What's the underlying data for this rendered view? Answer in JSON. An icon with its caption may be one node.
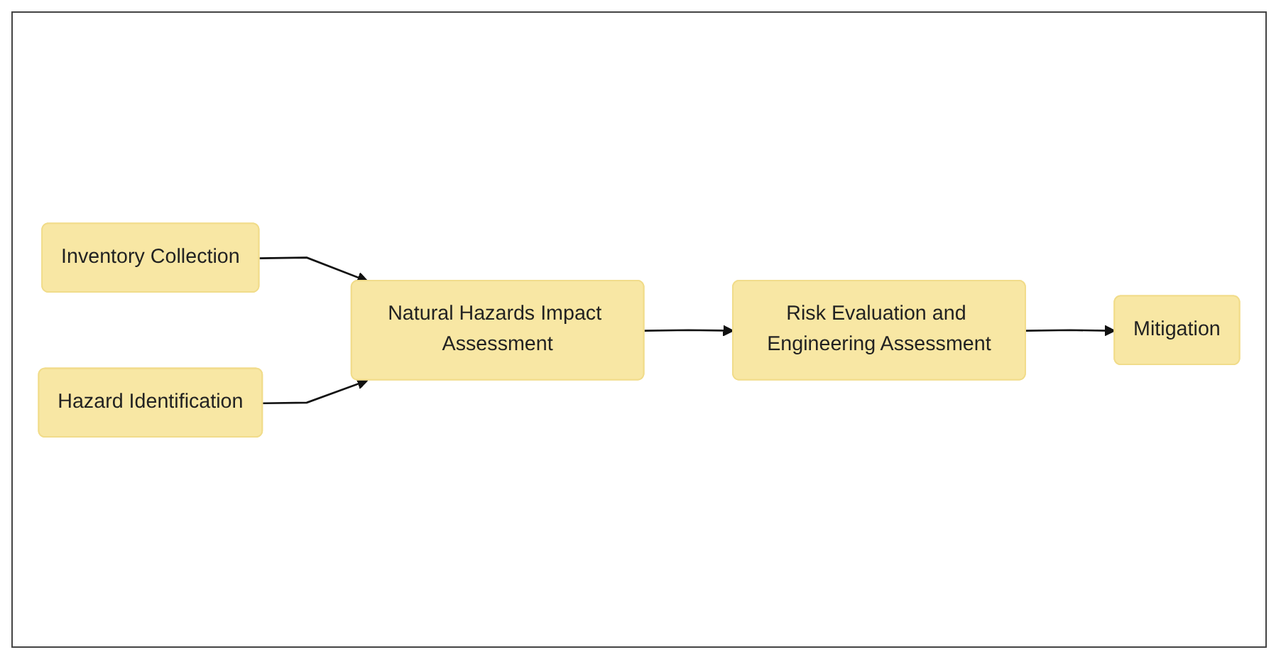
{
  "diagram": {
    "nodes": [
      {
        "text": [
          "Inventory Collection"
        ]
      },
      {
        "text": [
          "Hazard Identification"
        ]
      },
      {
        "text": [
          "Natural Hazards Impact Assessment"
        ]
      },
      {
        "text": [
          "Risk Evaluation and Engineering Assessment"
        ]
      },
      {
        "text": [
          "Mitigation"
        ]
      }
    ],
    "edges": [
      {
        "from": 0,
        "to": 2,
        "arrow": "to"
      },
      {
        "from": 1,
        "to": 2,
        "arrow": "to"
      },
      {
        "from": 2,
        "to": 3,
        "arrow": "to"
      },
      {
        "from": 3,
        "to": 4,
        "arrow": "to"
      }
    ]
  }
}
